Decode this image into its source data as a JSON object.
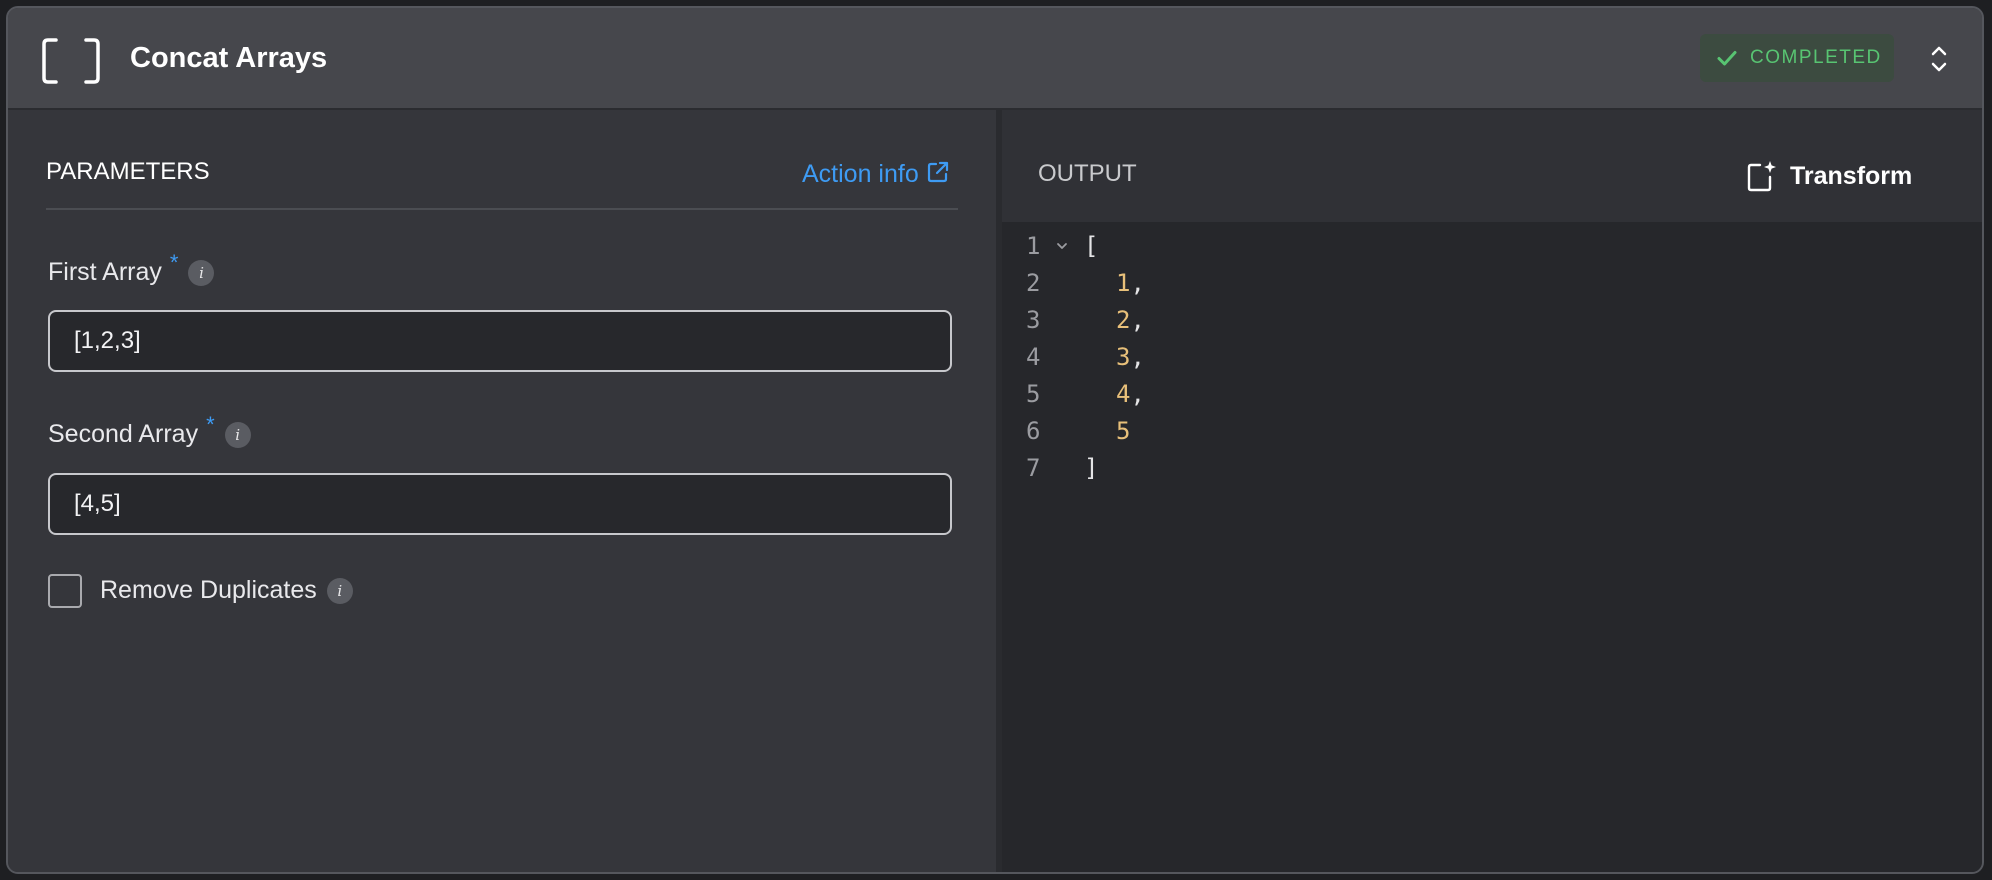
{
  "header": {
    "title": "Concat Arrays",
    "status": "COMPLETED",
    "status_color": "#58c472"
  },
  "parameters": {
    "section_title": "PARAMETERS",
    "action_info_label": "Action info",
    "fields": [
      {
        "label": "First Array",
        "required_mark": "*",
        "value": "[1,2,3]"
      },
      {
        "label": "Second Array",
        "required_mark": "*",
        "value": "[4,5]"
      }
    ],
    "remove_duplicates": {
      "label": "Remove Duplicates",
      "checked": false
    }
  },
  "output": {
    "section_title": "OUTPUT",
    "transform_label": "Transform",
    "lines": [
      {
        "no": "1",
        "bracket": "["
      },
      {
        "no": "2",
        "value": "1",
        "comma": ","
      },
      {
        "no": "3",
        "value": "2",
        "comma": ","
      },
      {
        "no": "4",
        "value": "3",
        "comma": ","
      },
      {
        "no": "5",
        "value": "4",
        "comma": ","
      },
      {
        "no": "6",
        "value": "5",
        "comma": ""
      },
      {
        "no": "7",
        "bracket": "]"
      }
    ]
  },
  "colors": {
    "accent": "#3e9bf3",
    "number": "#e8c07a"
  },
  "icons": {
    "app": "array-brackets-icon",
    "status": "check-icon",
    "toggle": "chevron-up-down-icon",
    "action_info": "external-link-icon",
    "transform": "sparkle-frame-icon",
    "info": "info-icon",
    "fold": "chevron-down-icon"
  }
}
